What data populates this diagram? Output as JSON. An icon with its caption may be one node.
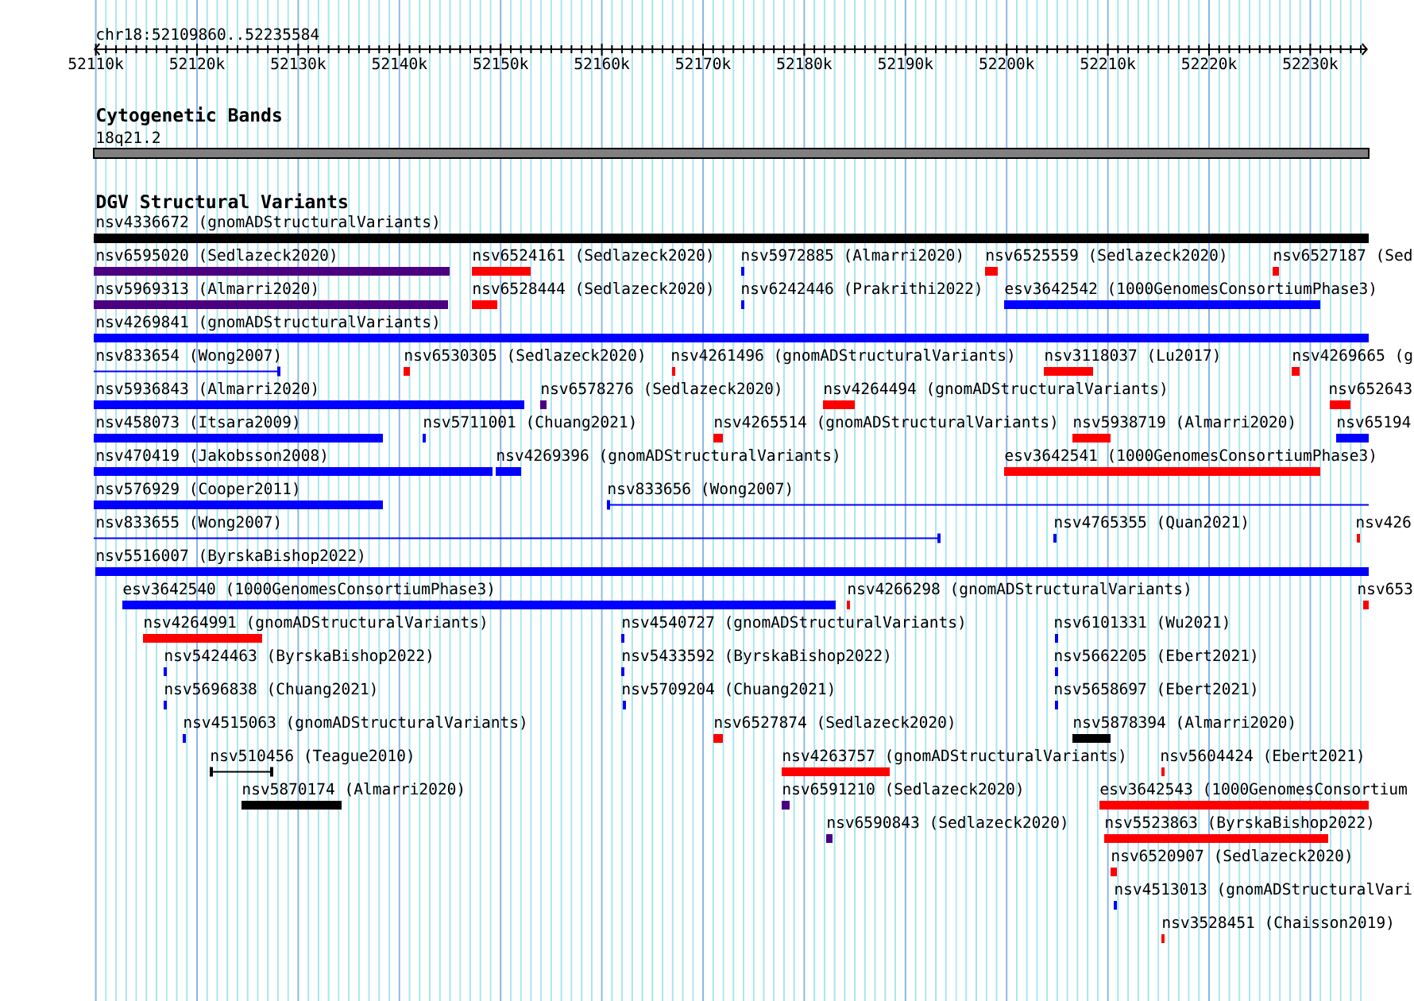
{
  "diagram": {
    "labels": [
      "chr18:52109860..52235584",
      "52110k",
      "52120k",
      "52130k",
      "52140k",
      "52150k",
      "52160k",
      "52170k",
      "52180k",
      "52190k",
      "52200k",
      "52210k",
      "52220k",
      "52230k",
      "Cytogenetic Bands",
      "DGV Structural Variants"
    ],
    "nodes": [
      {
        "text": [
          "18q21.2"
        ]
      },
      {
        "text": [
          "nsv4336672 (gnomADStructuralVariants)"
        ]
      },
      {
        "text": [
          "nsv6595020 (Sedlazeck2020)"
        ]
      },
      {
        "text": [
          "nsv6524161 (Sedlazeck2020)"
        ]
      },
      {
        "text": [
          "nsv5972885 (Almarri2020)"
        ]
      },
      {
        "text": [
          "nsv6525559 (Sedlazeck2020)"
        ]
      },
      {
        "text": [
          "nsv6527187 (Sed"
        ]
      },
      {
        "text": [
          "nsv5969313 (Almarri2020)"
        ]
      },
      {
        "text": [
          "nsv6528444 (Sedlazeck2020)"
        ]
      },
      {
        "text": [
          "nsv6242446 (Prakrithi2022)"
        ]
      },
      {
        "text": [
          "esv3642542 (1000GenomesConsortiumPhase3)"
        ]
      },
      {
        "text": [
          "nsv4269841 (gnomADStructuralVariants)"
        ]
      },
      {
        "text": [
          "nsv833654 (Wong2007)"
        ]
      },
      {
        "text": [
          "nsv6530305 (Sedlazeck2020)"
        ]
      },
      {
        "text": [
          "nsv4261496 (gnomADStructuralVariants)"
        ]
      },
      {
        "text": [
          "nsv3118037 (Lu2017)"
        ]
      },
      {
        "text": [
          "nsv4269665 (g"
        ]
      },
      {
        "text": [
          "nsv5936843 (Almarri2020)"
        ]
      },
      {
        "text": [
          "nsv6578276 (Sedlazeck2020)"
        ]
      },
      {
        "text": [
          "nsv4264494 (gnomADStructuralVariants)"
        ]
      },
      {
        "text": [
          "nsv652643"
        ]
      },
      {
        "text": [
          "nsv458073 (Itsara2009)"
        ]
      },
      {
        "text": [
          "nsv5711001 (Chuang2021)"
        ]
      },
      {
        "text": [
          "nsv4265514 (gnomADStructuralVariants)"
        ]
      },
      {
        "text": [
          "nsv5938719 (Almarri2020)"
        ]
      },
      {
        "text": [
          "nsv65194"
        ]
      },
      {
        "text": [
          "nsv470419 (Jakobsson2008)"
        ]
      },
      {
        "text": [
          "nsv4269396 (gnomADStructuralVariants)"
        ]
      },
      {
        "text": [
          "esv3642541 (1000GenomesConsortiumPhase3)"
        ]
      },
      {
        "text": [
          "nsv576929 (Cooper2011)"
        ]
      },
      {
        "text": [
          "nsv833656 (Wong2007)"
        ]
      },
      {
        "text": [
          "nsv833655 (Wong2007)"
        ]
      },
      {
        "text": [
          "nsv4765355 (Quan2021)"
        ]
      },
      {
        "text": [
          "nsv426"
        ]
      },
      {
        "text": [
          "nsv5516007 (ByrskaBishop2022)"
        ]
      },
      {
        "text": [
          "esv3642540 (1000GenomesConsortiumPhase3)"
        ]
      },
      {
        "text": [
          "nsv4266298 (gnomADStructuralVariants)"
        ]
      },
      {
        "text": [
          "nsv653"
        ]
      },
      {
        "text": [
          "nsv4264991 (gnomADStructuralVariants)"
        ]
      },
      {
        "text": [
          "nsv4540727 (gnomADStructuralVariants)"
        ]
      },
      {
        "text": [
          "nsv6101331 (Wu2021)"
        ]
      },
      {
        "text": [
          "nsv5424463 (ByrskaBishop2022)"
        ]
      },
      {
        "text": [
          "nsv5433592 (ByrskaBishop2022)"
        ]
      },
      {
        "text": [
          "nsv5662205 (Ebert2021)"
        ]
      },
      {
        "text": [
          "nsv5696838 (Chuang2021)"
        ]
      },
      {
        "text": [
          "nsv5709204 (Chuang2021)"
        ]
      },
      {
        "text": [
          "nsv5658697 (Ebert2021)"
        ]
      },
      {
        "text": [
          "nsv4515063 (gnomADStructuralVariants)"
        ]
      },
      {
        "text": [
          "nsv6527874 (Sedlazeck2020)"
        ]
      },
      {
        "text": [
          "nsv5878394 (Almarri2020)"
        ]
      },
      {
        "text": [
          "nsv510456 (Teague2010)"
        ]
      },
      {
        "text": [
          "nsv4263757 (gnomADStructuralVariants)"
        ]
      },
      {
        "text": [
          "nsv5604424 (Ebert2021)"
        ]
      },
      {
        "text": [
          "nsv5870174 (Almarri2020)"
        ]
      },
      {
        "text": [
          "nsv6591210 (Sedlazeck2020)"
        ]
      },
      {
        "text": [
          "esv3642543 (1000GenomesConsortium"
        ]
      },
      {
        "text": [
          "nsv6590843 (Sedlazeck2020)"
        ]
      },
      {
        "text": [
          "nsv5523863 (ByrskaBishop2022)"
        ]
      },
      {
        "text": [
          "nsv6520907 (Sedlazeck2020)"
        ]
      },
      {
        "text": [
          "nsv4513013 (gnomADStructuralVari"
        ]
      },
      {
        "text": [
          "nsv3528451 (Chaisson2019)"
        ]
      }
    ]
  }
}
